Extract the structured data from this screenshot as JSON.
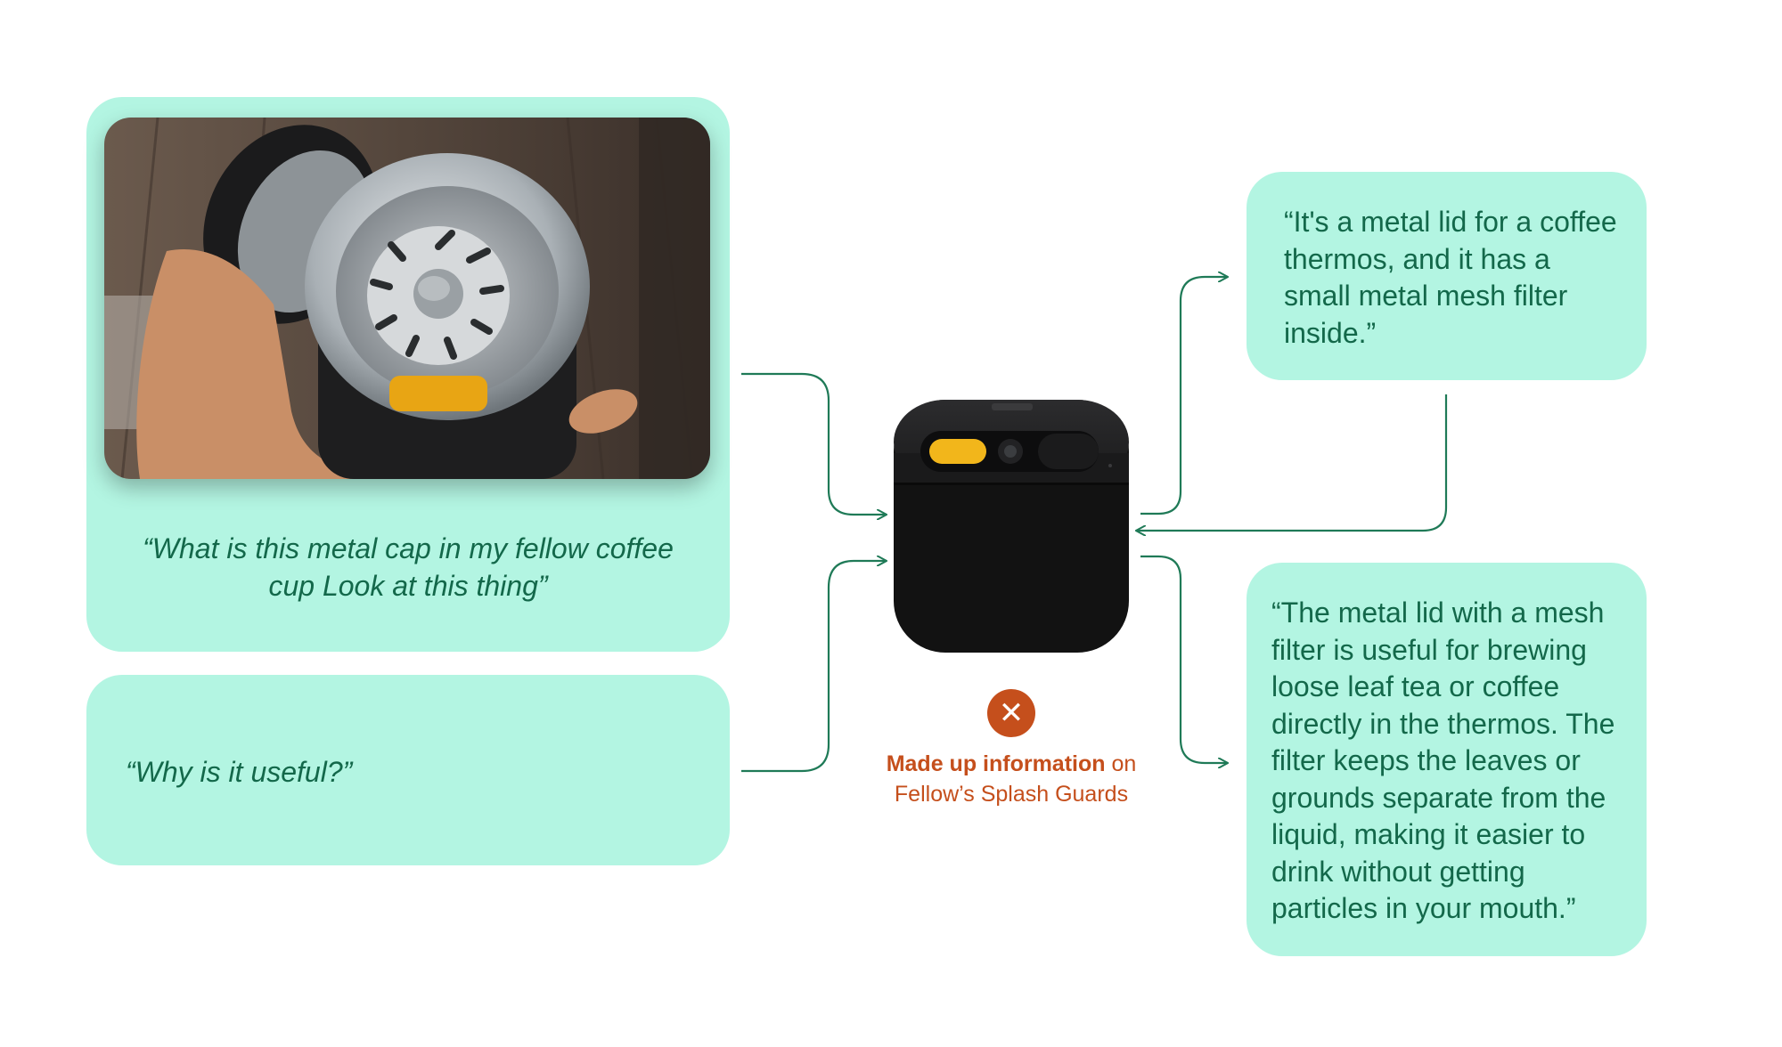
{
  "queries": [
    {
      "text": "“What is this metal cap in my fellow coffee cup Look at this thing”"
    },
    {
      "text": "“Why is it useful?”"
    }
  ],
  "answers": [
    {
      "text": "“It's a metal lid for a coffee thermos, and it has a small metal mesh filter inside.”"
    },
    {
      "text": "“The metal lid with a mesh filter is useful for brewing loose leaf tea or coffee directly in the thermos. The filter keeps the leaves or grounds separate from the liquid, making it easier to drink without getting particles in your mouth.”"
    }
  ],
  "error": {
    "icon": "x-mark-icon",
    "highlight": "Made up information",
    "rest": " on",
    "line2": "Fellow’s Splash Guards"
  },
  "colors": {
    "card_bg": "#b3f5e2",
    "text_green": "#13684a",
    "arrow_green": "#1f7a57",
    "error_orange": "#c54f1c",
    "device_black": "#121212",
    "device_button": "#f2b61b"
  }
}
